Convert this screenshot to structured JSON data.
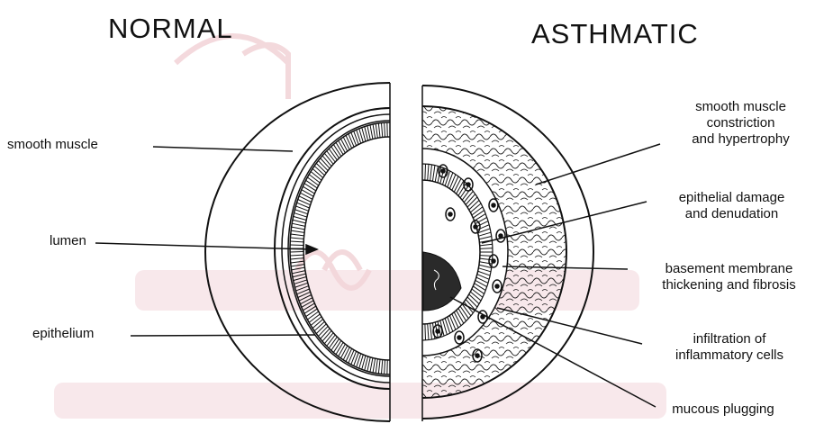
{
  "headings": {
    "normal": "NORMAL",
    "asthmatic": "ASTHMATIC"
  },
  "labels": {
    "normal": {
      "smooth_muscle": "smooth muscle",
      "lumen": "lumen",
      "epithelium": "epithelium"
    },
    "asthmatic": {
      "smooth_muscle_1": "smooth muscle",
      "smooth_muscle_2": "constriction",
      "smooth_muscle_3": "and hypertrophy",
      "epithelial_1": "epithelial damage",
      "epithelial_2": "and denudation",
      "basement_1": "basement membrane",
      "basement_2": "thickening and fibrosis",
      "infiltration_1": "infiltration of",
      "infiltration_2": "inflammatory cells",
      "mucous": "mucous plugging"
    }
  },
  "colors": {
    "ink": "#111111",
    "watermark": "#f1d0d4"
  }
}
